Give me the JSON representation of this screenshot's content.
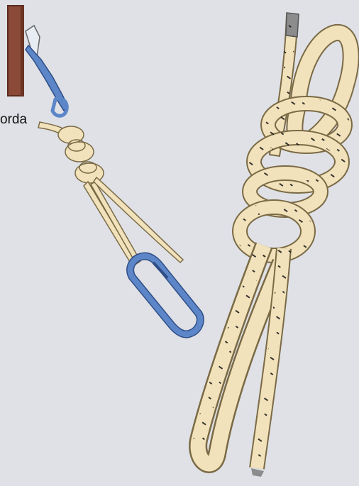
{
  "labels": {
    "rope_label": "orda"
  },
  "colors": {
    "background": "#dfe1e6",
    "rope_fill": "#f2e2bb",
    "rope_outline": "#7a6a45",
    "rope_fleck": "#222222",
    "carabiner": "#5c86c8",
    "carabiner_outline": "#2f4d86",
    "anchor_post": "#8a4a37",
    "anchor_post_outline": "#5a2c1f",
    "rope_tip": "#8c8c8c"
  },
  "icons": [
    "anchor-post",
    "carabiner-top",
    "carabiner-bottom",
    "figure-eight-knot-small",
    "figure-eight-knot-large"
  ]
}
